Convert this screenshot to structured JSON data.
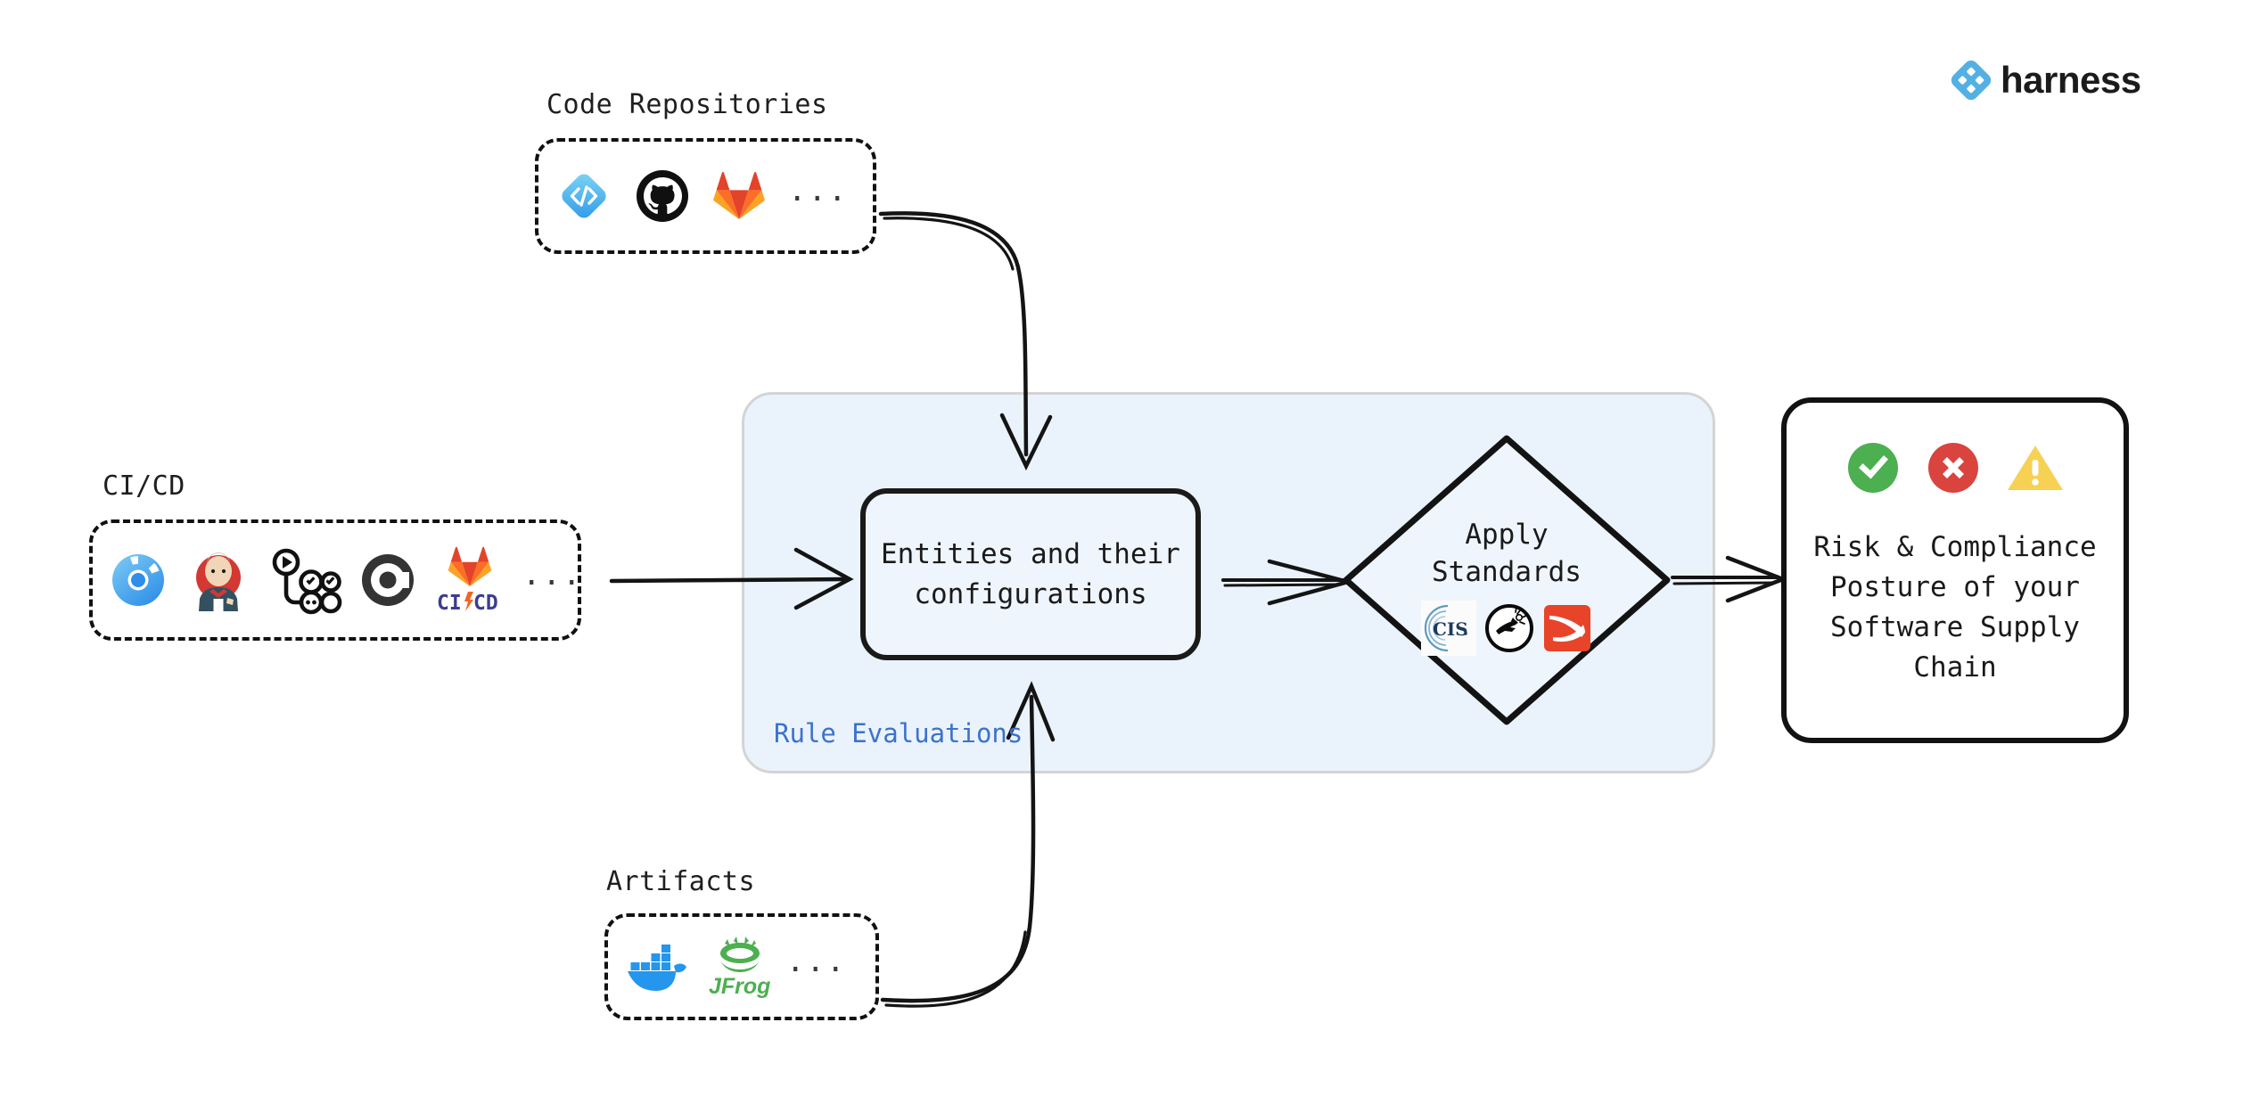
{
  "brand": {
    "name": "harness",
    "logo_icon": "harness-diamond-icon",
    "accent_color": "#52b0e3"
  },
  "groups": [
    {
      "id": "code-repositories",
      "label": "Code Repositories",
      "ellipsis": "...",
      "icons": [
        {
          "name": "harness-code-icon",
          "title": "Harness Code"
        },
        {
          "name": "github-icon",
          "title": "GitHub"
        },
        {
          "name": "gitlab-icon",
          "title": "GitLab"
        }
      ]
    },
    {
      "id": "ci-cd",
      "label": "CI/CD",
      "ellipsis": "...",
      "icons": [
        {
          "name": "harness-ci-icon",
          "title": "Harness CI"
        },
        {
          "name": "jenkins-icon",
          "title": "Jenkins"
        },
        {
          "name": "github-actions-icon",
          "title": "GitHub Actions"
        },
        {
          "name": "circleci-icon",
          "title": "CircleCI"
        },
        {
          "name": "gitlab-cicd-icon",
          "title": "GitLab CI/CD"
        }
      ]
    },
    {
      "id": "artifacts",
      "label": "Artifacts",
      "ellipsis": "...",
      "icons": [
        {
          "name": "docker-icon",
          "title": "Docker"
        },
        {
          "name": "jfrog-icon",
          "title": "JFrog"
        }
      ]
    }
  ],
  "rule_panel": {
    "label": "Rule Evaluations",
    "label_color": "#3c72cc",
    "background_color": "#eaf3fc"
  },
  "entities_node": {
    "text": "Entities and their\nconfigurations"
  },
  "standards_node": {
    "text": "Apply\nStandards",
    "icons": [
      {
        "name": "cis-icon",
        "title": "CIS"
      },
      {
        "name": "openssf-icon",
        "title": "OpenSSF"
      },
      {
        "name": "slsa-icon",
        "title": "SLSA"
      }
    ]
  },
  "outcome_node": {
    "text": "Risk & Compliance\nPosture of your\nSoftware Supply\nChain",
    "status_icons": [
      {
        "name": "success-check-icon",
        "title": "Pass",
        "color": "#4caf50"
      },
      {
        "name": "error-cross-icon",
        "title": "Fail",
        "color": "#d9443f"
      },
      {
        "name": "warning-triangle-icon",
        "title": "Warning",
        "color": "#f7d154"
      }
    ]
  },
  "connectors": [
    {
      "name": "connector-code-repos-to-entities",
      "from": "code-repositories",
      "to": "entities_node"
    },
    {
      "name": "connector-cicd-to-entities",
      "from": "ci-cd",
      "to": "entities_node"
    },
    {
      "name": "connector-artifacts-to-entities",
      "from": "artifacts",
      "to": "entities_node"
    },
    {
      "name": "connector-entities-to-standards",
      "from": "entities_node",
      "to": "standards_node"
    },
    {
      "name": "connector-standards-to-outcome",
      "from": "standards_node",
      "to": "outcome_node"
    }
  ]
}
